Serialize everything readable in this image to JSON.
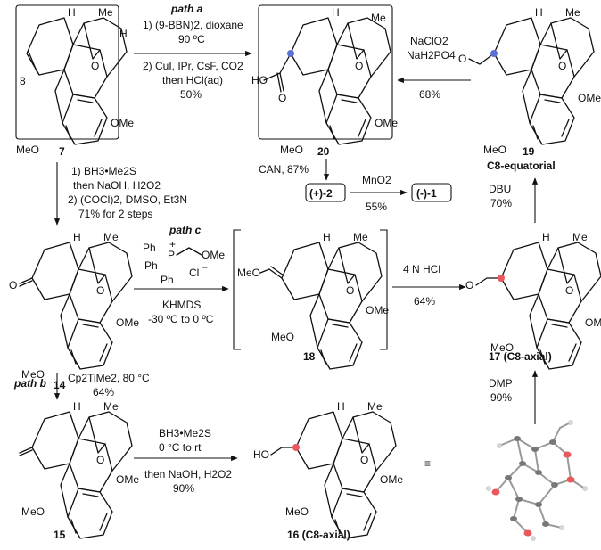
{
  "molecules": {
    "m7": {
      "label": "7",
      "atoms": {
        "me": "Me",
        "h": "H",
        "o": "O",
        "ome": "OMe",
        "meo": "MeO",
        "c8": "8"
      }
    },
    "m20": {
      "label": "20",
      "atoms": {
        "me": "Me",
        "h": "H",
        "o": "O",
        "ome": "OMe",
        "meo": "MeO",
        "acid": "HO",
        "acid_o": "O"
      }
    },
    "m19": {
      "label": "19",
      "sublabel": "C8-equatorial",
      "atoms": {
        "me": "Me",
        "h": "H",
        "o": "O",
        "ome": "OMe",
        "meo": "MeO",
        "cho": "O"
      }
    },
    "m14": {
      "label": "14",
      "atoms": {
        "me": "Me",
        "h": "H",
        "o": "O",
        "ome": "OMe",
        "meo": "MeO",
        "ketone": "O"
      }
    },
    "m18": {
      "label": "18",
      "atoms": {
        "me": "Me",
        "h": "H",
        "o": "O",
        "ome": "OMe",
        "meo": "MeO",
        "enol": "MeO"
      }
    },
    "m17": {
      "label": "17 (C8-axial)",
      "atoms": {
        "me": "Me",
        "h": "H",
        "o": "O",
        "ome": "OMe",
        "meo": "MeO",
        "cho": "O"
      }
    },
    "m15": {
      "label": "15",
      "atoms": {
        "me": "Me",
        "h": "H",
        "o": "O",
        "ome": "OMe",
        "meo": "MeO"
      }
    },
    "m16": {
      "label": "16 (C8-axial)",
      "atoms": {
        "me": "Me",
        "h": "H",
        "o": "O",
        "ome": "OMe",
        "meo": "MeO",
        "oh": "HO"
      }
    }
  },
  "compounds": {
    "plus2": "(+)-2",
    "minus1": "(-)-1"
  },
  "paths": {
    "a": "path a",
    "b": "path b",
    "c": "path c"
  },
  "conditions": {
    "path_a": [
      "1) (9-BBN)2, dioxane",
      "90 ºC",
      "2) CuI, IPr, CsF, CO2",
      "then HCl(aq)",
      "50%"
    ],
    "naclo2": [
      "NaClO2",
      "NaH2PO4",
      "68%"
    ],
    "hydroboration_7": [
      "1) BH3•Me2S",
      "then NaOH, H2O2",
      "2) (COCl)2, DMSO, Et3N",
      "71% for 2 steps"
    ],
    "can": "CAN, 87%",
    "mno2": [
      "MnO2",
      "55%"
    ],
    "dbu": [
      "DBU",
      "70%"
    ],
    "wittig": [
      "Ph",
      "Ph",
      "Ph",
      "P",
      "+",
      "OMe",
      "Cl",
      "−",
      "KHMDS",
      "-30 ºC to 0 ºC"
    ],
    "hcl": [
      "4 N HCl",
      "64%"
    ],
    "petasis": [
      "Cp2TiMe2, 80 °C",
      "64%"
    ],
    "dmp": [
      "DMP",
      "90%"
    ],
    "hydroboration_15": [
      "BH3•Me2S",
      "0 °C to rt",
      "then NaOH, H2O2",
      "90%"
    ]
  },
  "equivalence": "≡",
  "colors": {
    "blue_atom": "#5a6fd8",
    "red_atom": "#e8585c",
    "ink": "#111111",
    "crystal_gray": "#9a9a9a"
  }
}
